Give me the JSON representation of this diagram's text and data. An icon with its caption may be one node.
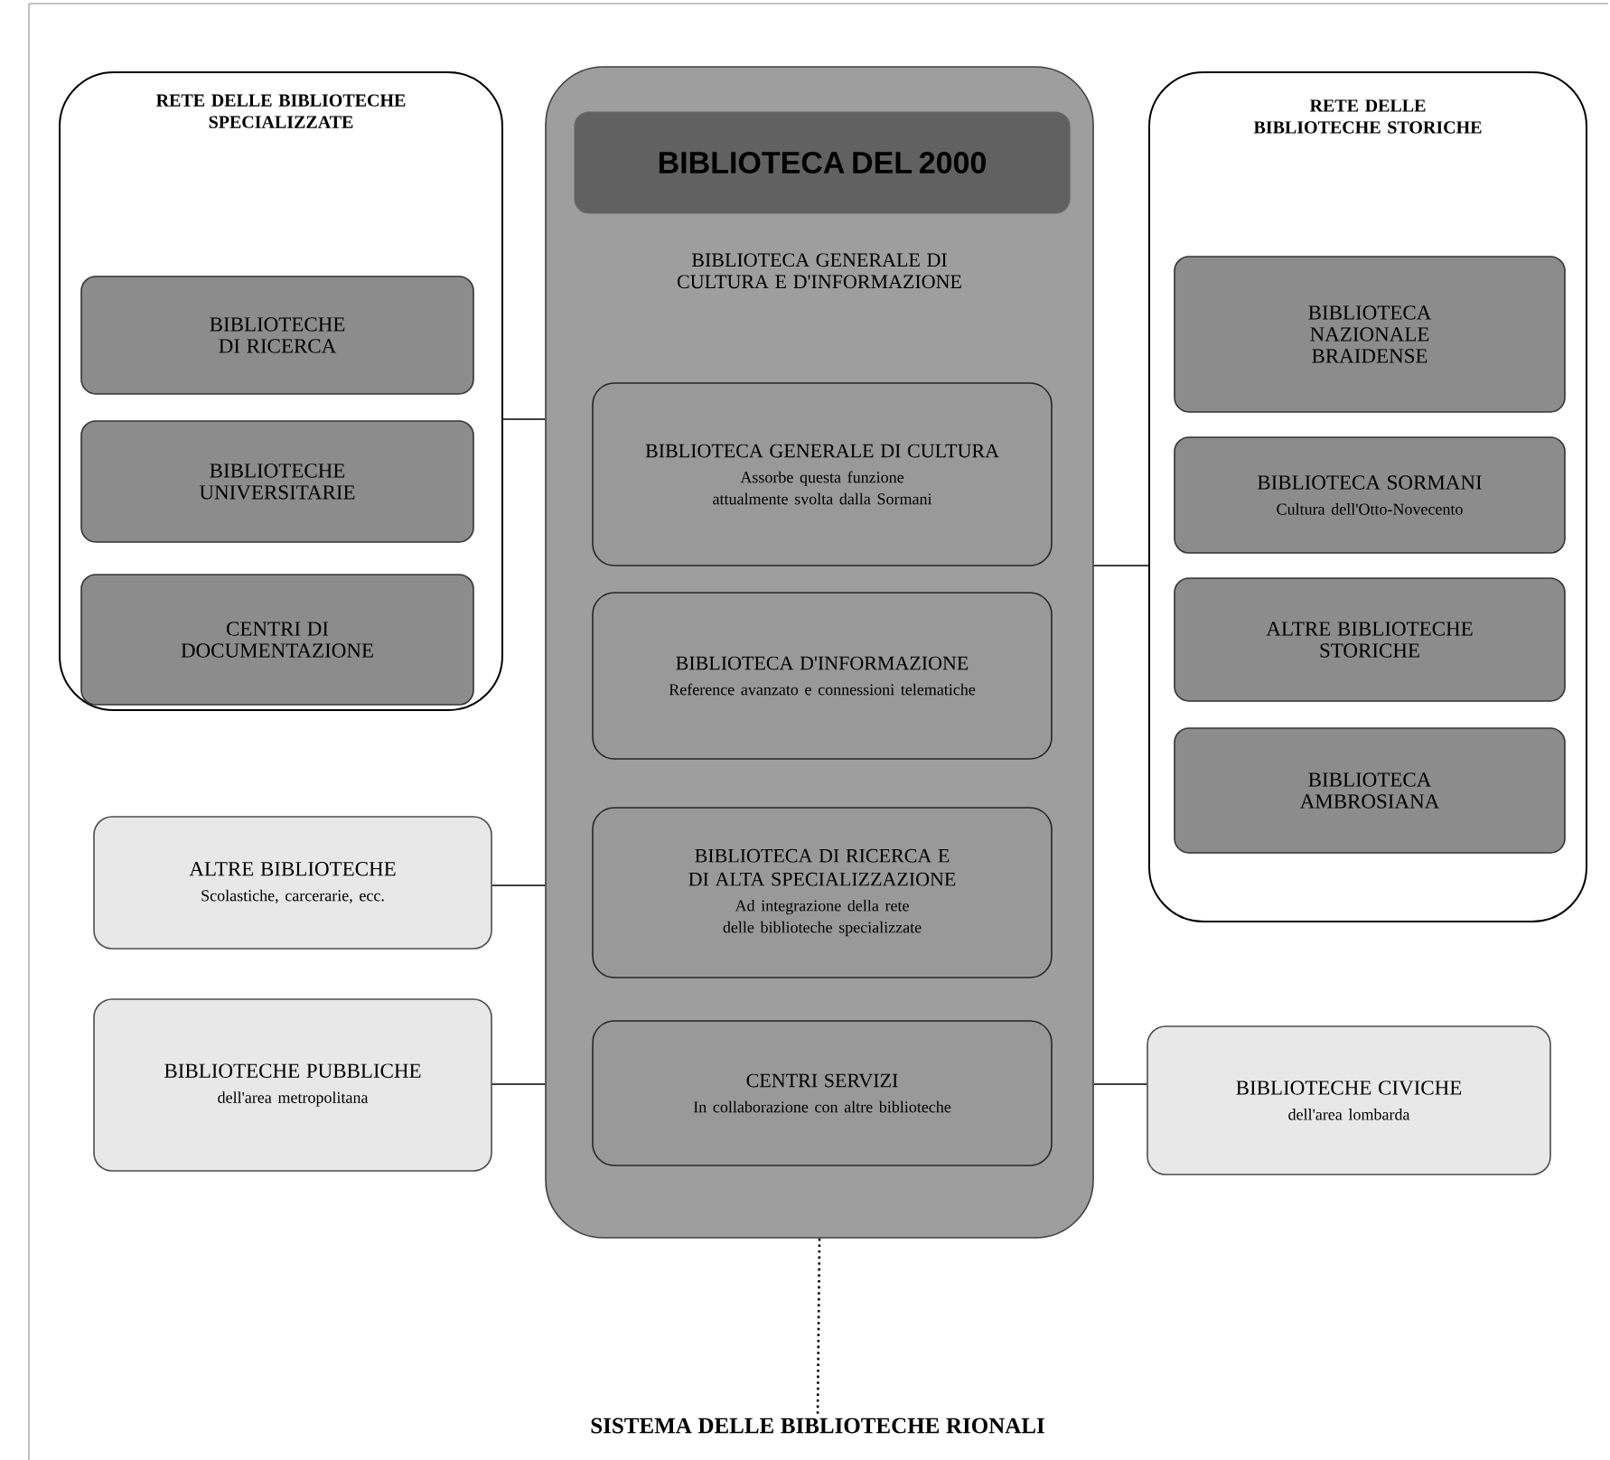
{
  "diagram": {
    "nodes": [
      {
        "text": [
          "RETE DELLE BIBLIOTECHE SPECIALIZZATE"
        ]
      },
      {
        "text": [
          "BIBLIOTECHE DI RICERCA"
        ],
        "in": 0
      },
      {
        "text": [
          "BIBLIOTECHE UNIVERSITARIE"
        ],
        "in": 0
      },
      {
        "text": [
          "CENTRI DI DOCUMENTAZIONE"
        ],
        "in": 0
      },
      {
        "text": [
          "BIBLIOTECA GENERALE DI CULTURA E D'INFORMAZIONE"
        ]
      },
      {
        "text": [
          "BIBLIOTECA DEL 2000"
        ],
        "in": 4
      },
      {
        "text": [
          "BIBLIOTECA GENERALE DI CULTURA",
          "Assorbe questa funzione attualmente svolta dalla Sormani"
        ],
        "in": 4
      },
      {
        "text": [
          "BIBLIOTECA D'INFORMAZIONE",
          "Reference avanzato e connessioni telematiche"
        ],
        "in": 4
      },
      {
        "text": [
          "BIBLIOTECA DI RICERCA E DI ALTA SPECIALIZZAZIONE",
          "Ad integrazione della rete delle biblioteche specializzate"
        ],
        "in": 4
      },
      {
        "text": [
          "CENTRI SERVIZI",
          "In collaborazione con altre biblioteche"
        ],
        "in": 4
      },
      {
        "text": [
          "RETE DELLE BIBLIOTECHE STORICHE"
        ]
      },
      {
        "text": [
          "BIBLIOTECA NAZIONALE BRAIDENSE"
        ],
        "in": 10
      },
      {
        "text": [
          "BIBLIOTECA SORMANI",
          "Cultura dell'Otto-Novecento"
        ],
        "in": 10
      },
      {
        "text": [
          "ALTRE BIBLIOTECHE STORICHE"
        ],
        "in": 10
      },
      {
        "text": [
          "BIBLIOTECA AMBROSIANA"
        ],
        "in": 10
      },
      {
        "text": [
          "ALTRE BIBLIOTECHE",
          "Scolastiche, carcerarie, ecc."
        ]
      },
      {
        "text": [
          "BIBLIOTECHE PUBBLICHE",
          "dell'area metropolitana"
        ]
      },
      {
        "text": [
          "BIBLIOTECHE CIVICHE",
          "dell'area lombarda"
        ]
      },
      {
        "text": [
          "SISTEMA DELLE BIBLIOTECHE RIONALI"
        ]
      }
    ],
    "edges": [
      {
        "from": 0,
        "to": 4,
        "arrow": "none"
      },
      {
        "from": 4,
        "to": 10,
        "arrow": "none"
      },
      {
        "from": 15,
        "to": 4,
        "arrow": "none"
      },
      {
        "from": 16,
        "to": 4,
        "arrow": "none"
      },
      {
        "from": 4,
        "to": 17,
        "arrow": "none"
      },
      {
        "from": 4,
        "to": 18,
        "arrow": "none",
        "style": "dashed"
      }
    ]
  }
}
